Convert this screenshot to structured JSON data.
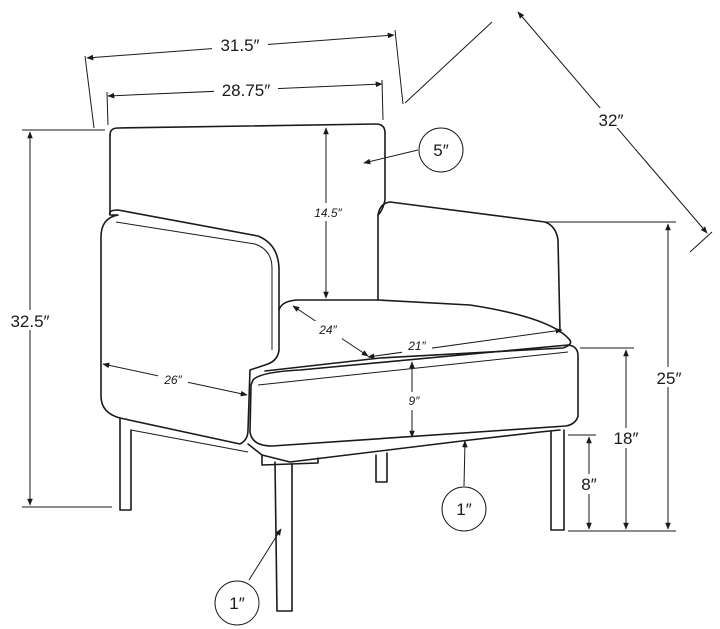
{
  "dimensions": {
    "overall_width": "31.5″",
    "inner_width": "28.75″",
    "depth": "32″",
    "total_height": "32.5″",
    "arm_height": "25″",
    "back_height": "14.5″",
    "back_thickness": "5″",
    "seat_depth": "24″",
    "seat_width": "21″",
    "arm_length": "26″",
    "cushion_thickness": "9″",
    "seat_height": "18″",
    "leg_height": "8″",
    "leg_diameter_front": "1″",
    "leg_diameter_back": "1″"
  }
}
